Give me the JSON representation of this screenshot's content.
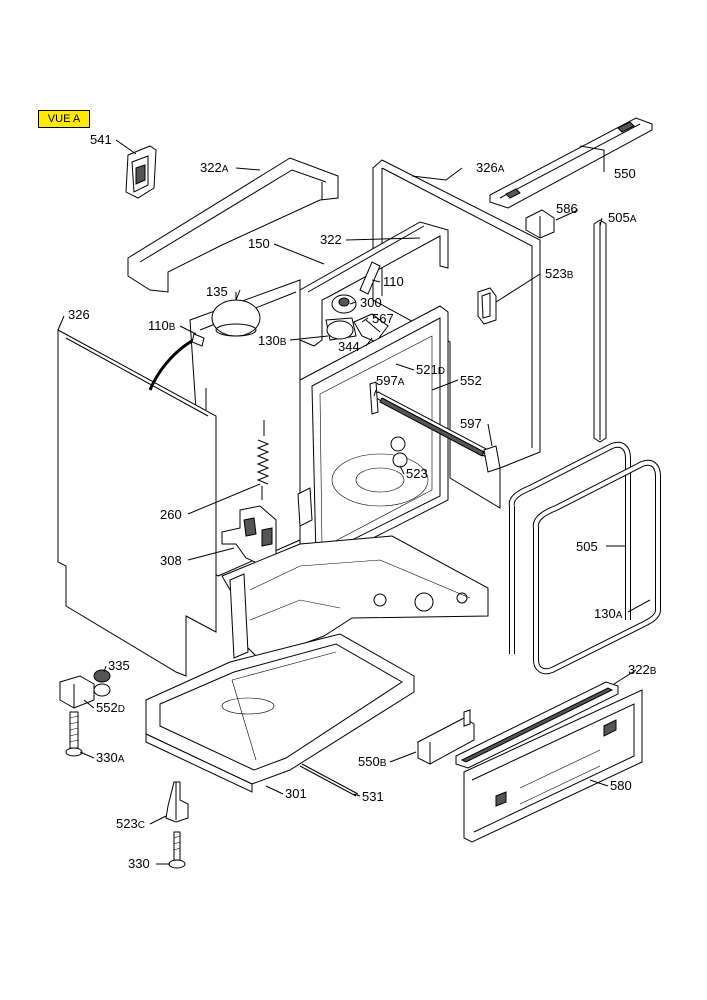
{
  "view_tag": "VUE A",
  "labels": [
    {
      "id": "541",
      "num": "541",
      "suf": ""
    },
    {
      "id": "322a",
      "num": "322",
      "suf": "A"
    },
    {
      "id": "326a",
      "num": "326",
      "suf": "A"
    },
    {
      "id": "550",
      "num": "550",
      "suf": ""
    },
    {
      "id": "586",
      "num": "586",
      "suf": ""
    },
    {
      "id": "505a",
      "num": "505",
      "suf": "A"
    },
    {
      "id": "322",
      "num": "322",
      "suf": ""
    },
    {
      "id": "150",
      "num": "150",
      "suf": ""
    },
    {
      "id": "110",
      "num": "110",
      "suf": ""
    },
    {
      "id": "135",
      "num": "135",
      "suf": ""
    },
    {
      "id": "300",
      "num": "300",
      "suf": ""
    },
    {
      "id": "523b",
      "num": "523",
      "suf": "B"
    },
    {
      "id": "326",
      "num": "326",
      "suf": ""
    },
    {
      "id": "110b",
      "num": "110",
      "suf": "B"
    },
    {
      "id": "567",
      "num": "567",
      "suf": ""
    },
    {
      "id": "130b",
      "num": "130",
      "suf": "B"
    },
    {
      "id": "344",
      "num": "344",
      "suf": ""
    },
    {
      "id": "521d",
      "num": "521",
      "suf": "D"
    },
    {
      "id": "597a",
      "num": "597",
      "suf": "A"
    },
    {
      "id": "552",
      "num": "552",
      "suf": ""
    },
    {
      "id": "597",
      "num": "597",
      "suf": ""
    },
    {
      "id": "523",
      "num": "523",
      "suf": ""
    },
    {
      "id": "260",
      "num": "260",
      "suf": ""
    },
    {
      "id": "505",
      "num": "505",
      "suf": ""
    },
    {
      "id": "308",
      "num": "308",
      "suf": ""
    },
    {
      "id": "130a",
      "num": "130",
      "suf": "A"
    },
    {
      "id": "335",
      "num": "335",
      "suf": ""
    },
    {
      "id": "322b",
      "num": "322",
      "suf": "B"
    },
    {
      "id": "552d",
      "num": "552",
      "suf": "D"
    },
    {
      "id": "330a",
      "num": "330",
      "suf": "A"
    },
    {
      "id": "550b",
      "num": "550",
      "suf": "B"
    },
    {
      "id": "580",
      "num": "580",
      "suf": ""
    },
    {
      "id": "301",
      "num": "301",
      "suf": ""
    },
    {
      "id": "531",
      "num": "531",
      "suf": ""
    },
    {
      "id": "523c",
      "num": "523",
      "suf": "C"
    },
    {
      "id": "330",
      "num": "330",
      "suf": ""
    }
  ]
}
